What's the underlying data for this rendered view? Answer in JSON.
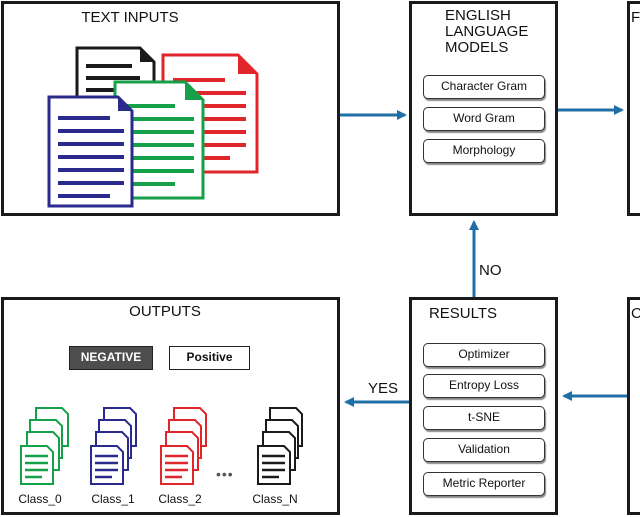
{
  "text_inputs": {
    "title": "TEXT INPUTS"
  },
  "language_models": {
    "title_lines": [
      "ENGLISH",
      "LANGUAGE",
      "MODELS"
    ],
    "items": [
      "Character Gram",
      "Word Gram",
      "Morphology"
    ]
  },
  "results": {
    "title": "RESULTS",
    "items": [
      "Optimizer",
      "Entropy Loss",
      "t-SNE",
      "Validation",
      "Metric Reporter"
    ]
  },
  "outputs": {
    "title": "OUTPUTS",
    "negative_label": "NEGATIVE",
    "positive_label": "Positive",
    "classes": [
      "Class_0",
      "Class_1",
      "Class_2",
      "Class_N"
    ],
    "ellipsis": "•••"
  },
  "edge_labels": {
    "no": "NO",
    "yes": "YES"
  },
  "offscreen_titles": {
    "top_right": "F",
    "bottom_right": "C"
  },
  "colors": {
    "black": "#1a1a1a",
    "green": "#16a04a",
    "blue": "#2a2a8c",
    "red": "#e0262a",
    "arrow": "#1f6fa6",
    "negative_fill": "#4d4d4d"
  }
}
